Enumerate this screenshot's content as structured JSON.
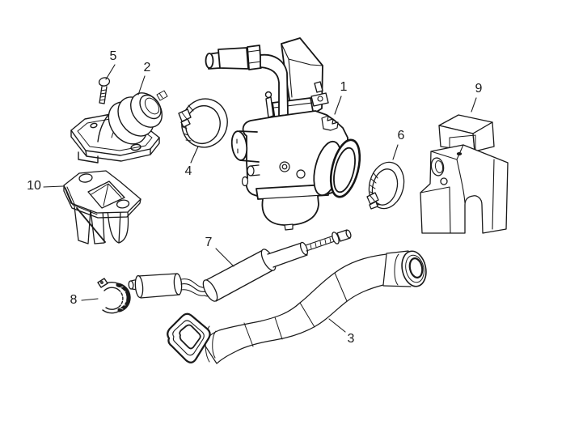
{
  "diagram": {
    "background": "#ffffff",
    "line_color": "#1a1a1a",
    "callouts": [
      {
        "label": "1"
      },
      {
        "label": "2"
      },
      {
        "label": "3"
      },
      {
        "label": "4"
      },
      {
        "label": "5"
      },
      {
        "label": "6"
      },
      {
        "label": "7"
      },
      {
        "label": "8"
      },
      {
        "label": "9"
      },
      {
        "label": "10"
      }
    ]
  }
}
